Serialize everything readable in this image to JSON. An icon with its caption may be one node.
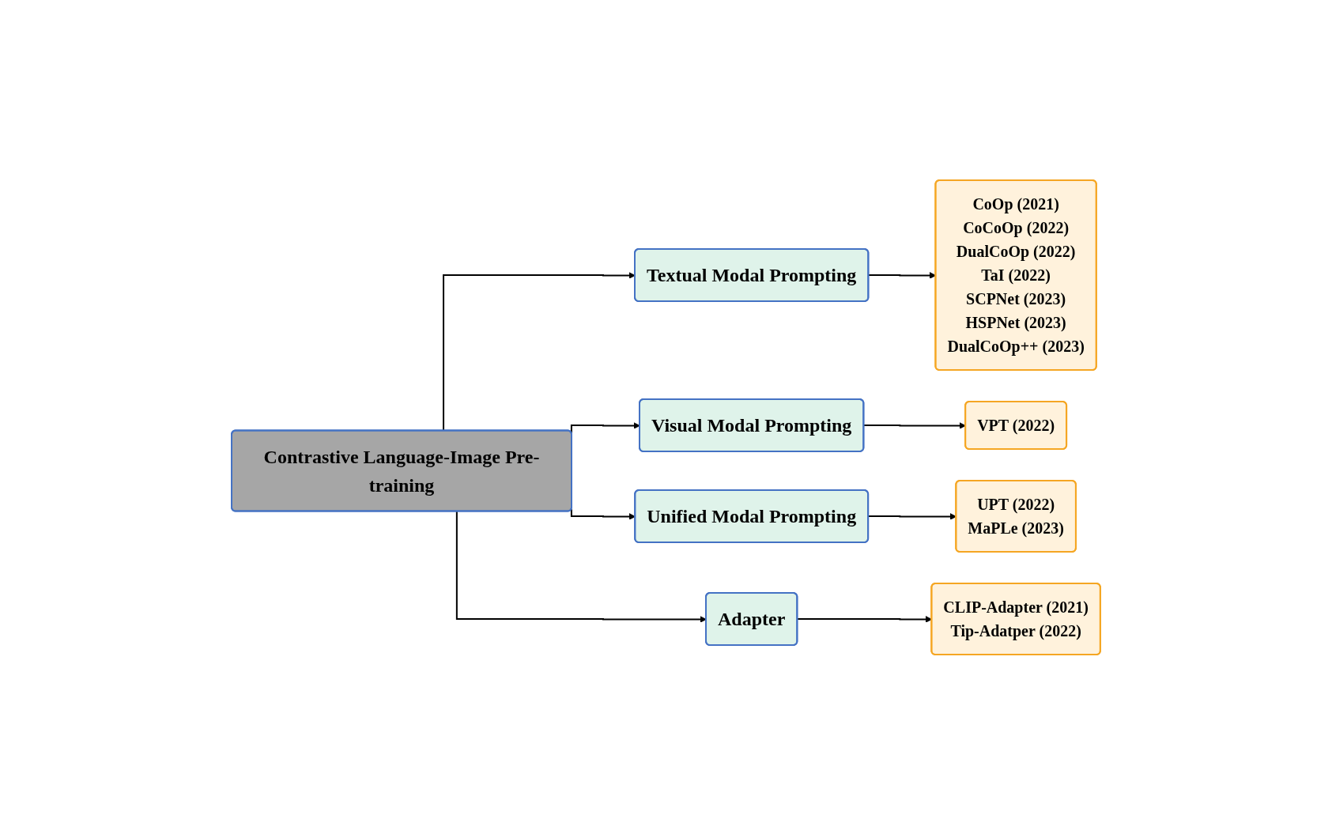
{
  "diagram": {
    "nodes": [
      {
        "text": [
          "Contrastive Language-Image Pre-training"
        ]
      },
      {
        "text": [
          "Textual Modal Prompting"
        ]
      },
      {
        "text": [
          "CoOp (2021)",
          "CoCoOp (2022)",
          "DualCoOp (2022)",
          "TaI (2022)",
          "SCPNet (2023)",
          "HSPNet (2023)",
          "DualCoOp++ (2023)"
        ]
      },
      {
        "text": [
          "Visual Modal Prompting"
        ]
      },
      {
        "text": [
          "VPT (2022)"
        ]
      },
      {
        "text": [
          "Unified Modal Prompting"
        ]
      },
      {
        "text": [
          "UPT (2022)",
          "MaPLe (2023)"
        ]
      },
      {
        "text": [
          "Adapter"
        ]
      },
      {
        "text": [
          "CLIP-Adapter (2021)",
          "Tip-Adatper (2022)"
        ]
      }
    ],
    "edges": [
      {
        "from": 0,
        "to": 1,
        "arrow": "to"
      },
      {
        "from": 0,
        "to": 3,
        "arrow": "to"
      },
      {
        "from": 0,
        "to": 5,
        "arrow": "to"
      },
      {
        "from": 0,
        "to": 7,
        "arrow": "to"
      },
      {
        "from": 1,
        "to": 2,
        "arrow": "to"
      },
      {
        "from": 3,
        "to": 4,
        "arrow": "to"
      },
      {
        "from": 5,
        "to": 6,
        "arrow": "to"
      },
      {
        "from": 7,
        "to": 8,
        "arrow": "to"
      }
    ]
  }
}
